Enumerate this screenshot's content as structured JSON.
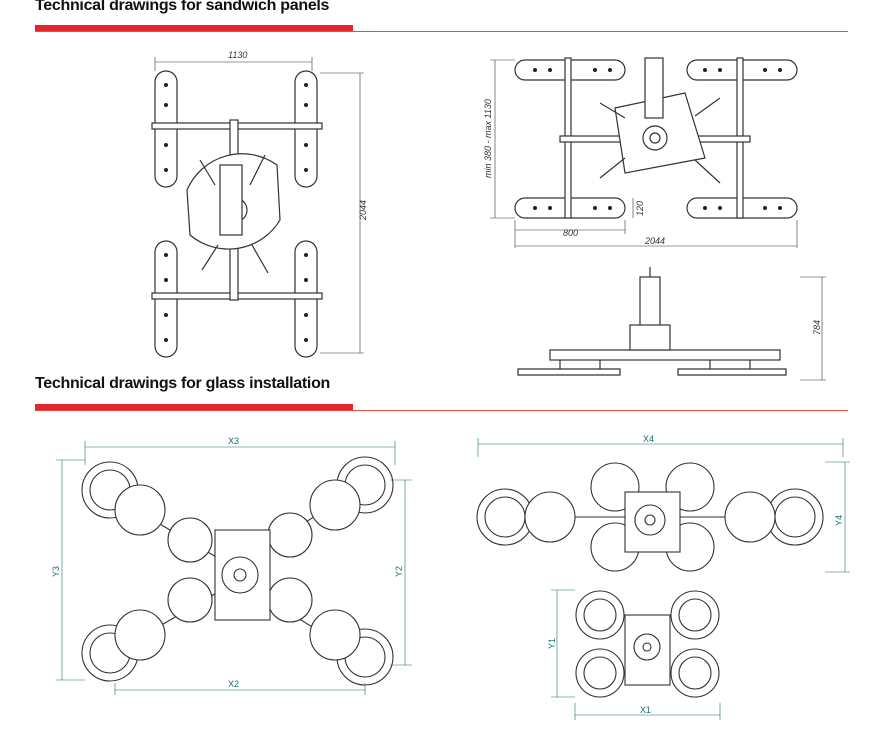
{
  "sections": [
    {
      "title": "Technical drawings for sandwich panels",
      "drawings": [
        {
          "name": "top-view",
          "dimensions": {
            "width": "1130",
            "length": "2044"
          }
        },
        {
          "name": "top-view-extended",
          "dimensions": {
            "range": "min 380 - max 1130",
            "offset": "120",
            "pad_span": "800",
            "length": "2044"
          }
        },
        {
          "name": "side-view",
          "dimensions": {
            "height": "784"
          }
        }
      ]
    },
    {
      "title": "Technical drawings for glass installation",
      "drawings": [
        {
          "name": "x-configuration",
          "dimensions": {
            "x3": "X3",
            "x2": "X2",
            "y3": "Y3",
            "y2": "Y2"
          }
        },
        {
          "name": "horizontal-configuration",
          "dimensions": {
            "x4": "X4",
            "y4": "Y4"
          }
        },
        {
          "name": "compact-configuration",
          "dimensions": {
            "x1": "X1",
            "y1": "Y1"
          }
        }
      ]
    }
  ],
  "colors": {
    "accent_red": "#e3262e",
    "line_dark": "#333333",
    "dim_teal": "#1a6e6e"
  }
}
